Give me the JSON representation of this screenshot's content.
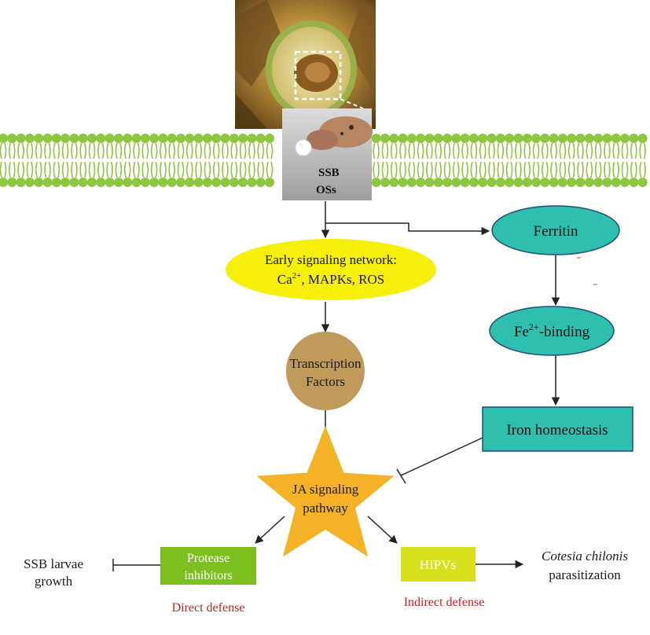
{
  "nodes": {
    "ssb_label": "SSB",
    "oss_label": "OSs",
    "early_line1": "Early signaling network:",
    "early_ca": "Ca",
    "early_ca_sup": "2+",
    "early_rest": ", MAPKs, ROS",
    "ferritin": "Ferritin",
    "fe_label": "Fe",
    "fe_sup": "2+",
    "fe_rest": "-binding",
    "tf_line1": "Transcription",
    "tf_line2": "Factors",
    "iron": "Iron homeostasis",
    "ja_line1": "JA signaling",
    "ja_line2": "pathway",
    "pi_line1": "Protease",
    "pi_line2": "inhibitors",
    "hipvs": "HIPVs",
    "larvae_line1": "SSB larvae",
    "larvae_line2": "growth",
    "cotesia_line1": "Cotesia chilonis",
    "cotesia_line2": "parasitization",
    "direct": "Direct defense",
    "indirect": "Indirect defense"
  },
  "colors": {
    "membrane": "#8dc63f",
    "early": "#f5ef0a",
    "teal": "#2fbfae",
    "tf": "#c09a5b",
    "star": "#f5b226",
    "pi": "#7cbf1e",
    "hipvs": "#d8e01b",
    "red_text": "#cc1f1f"
  },
  "icons": [
    "stem-photo",
    "larva-photo"
  ]
}
